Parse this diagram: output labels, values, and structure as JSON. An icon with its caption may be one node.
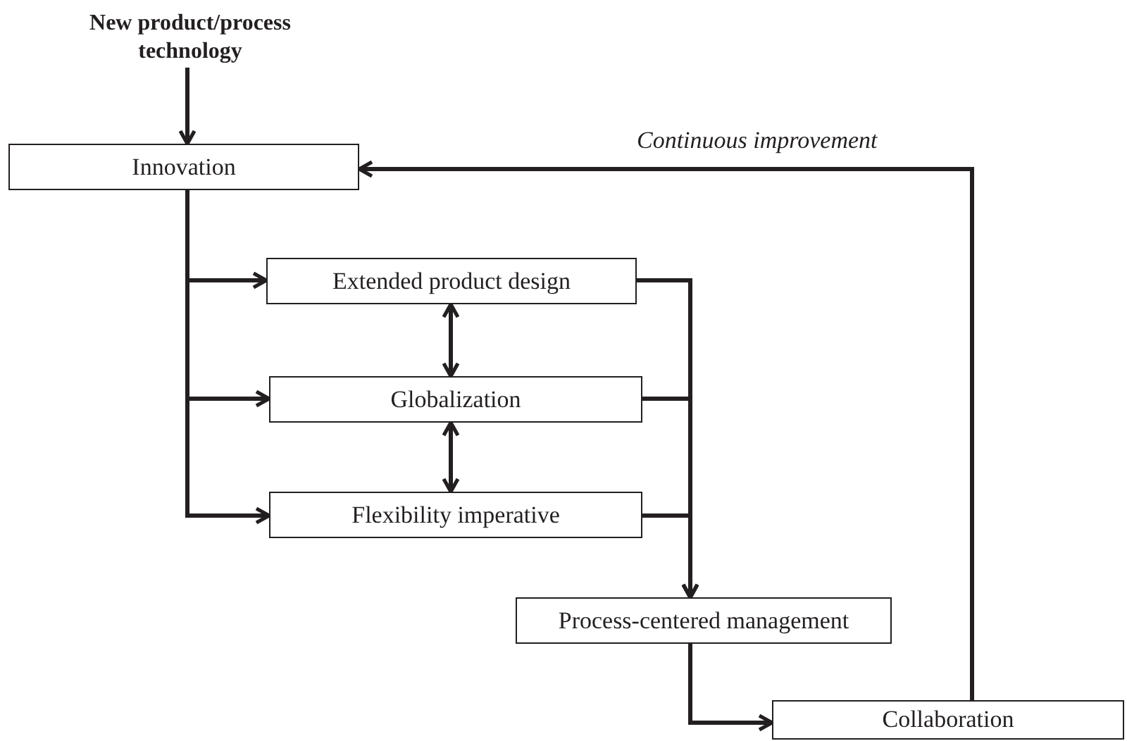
{
  "diagram": {
    "nodes": [
      {
        "text": [
          "New product/process technology"
        ]
      },
      {
        "text": [
          "Innovation"
        ]
      },
      {
        "text": [
          "Extended product design"
        ]
      },
      {
        "text": [
          "Globalization"
        ]
      },
      {
        "text": [
          "Flexibility imperative"
        ]
      },
      {
        "text": [
          "Process-centered management"
        ]
      },
      {
        "text": [
          "Collaboration"
        ]
      }
    ],
    "edges": [
      {
        "from": 0,
        "to": 1,
        "arrow": "to"
      },
      {
        "from": 1,
        "to": 2,
        "arrow": "to"
      },
      {
        "from": 1,
        "to": 3,
        "arrow": "to"
      },
      {
        "from": 1,
        "to": 4,
        "arrow": "to"
      },
      {
        "from": 2,
        "to": 3,
        "arrow": "both"
      },
      {
        "from": 3,
        "to": 4,
        "arrow": "both"
      },
      {
        "from": 2,
        "to": 5,
        "arrow": "to"
      },
      {
        "from": 3,
        "to": 5,
        "arrow": "to"
      },
      {
        "from": 4,
        "to": 5,
        "arrow": "to"
      },
      {
        "from": 5,
        "to": 6,
        "arrow": "to"
      },
      {
        "from": 6,
        "to": 1,
        "arrow": "to",
        "label": "Continuous improvement"
      }
    ]
  }
}
